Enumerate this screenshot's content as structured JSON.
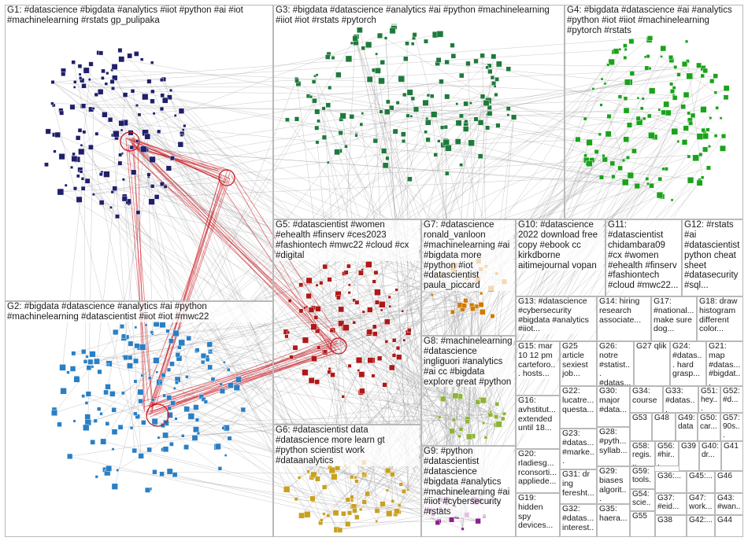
{
  "groups": {
    "G1": "G1: #datascience #bigdata #analytics #iiot #python #ai #iot #machinelearning #rstats gp_pulipaka",
    "G2": "G2: #bigdata #datascience #analytics #ai #python #machinelearning #datascientist #iiot #iot #mwc22",
    "G3": "G3: #bigdata #datascience #analytics #ai #python #machinelearning #iiot #iot #rstats #pytorch",
    "G4": "G4: #bigdata #datascience #ai #analytics #python #iot #iiot #machinelearning #pytorch #rstats",
    "G5": "G5: #datascientist #women #ehealth #finserv #ces2023 #fashiontech #mwc22 #cloud #cx #digital",
    "G6": "G6: #datascientist data #datascience more learn gt #python scientist work #dataanalytics",
    "G7": "G7: #datascience ronald_vanloon #machinelearning #ai #bigdata more #python #iot #datascientist paula_piccard",
    "G8": "G8: #machinelearning #datascience ingliguori #analytics #ai cc #bigdata explore great #python",
    "G9": "G9: #python #datascientist #datascience #bigdata #analytics #machinelearning #ai #iiot #cybersecurity #rstats",
    "G10": "G10: #datascience 2022 download free copy #ebook cc kirkdborne aitimejournal vopan",
    "G11": "G11: #datascientist chidambara09 #cx #women #ehealth #finserv #fashiontech #cloud #mwc22...",
    "G12": "G12: #rstats #ai #datascientist python cheat sheet #datasecurity #sql...",
    "G13": "G13: #datascience #cybersecurity #bigdata #analytics #iiot...",
    "G14": "G14: hiring research associate...",
    "G15": "G15: mar 10 12 pm carteforo... hosts...",
    "G16": "G16: avhstitut... extended until 18...",
    "G17": "G17: #national... make sure dog...",
    "G18": "G18: draw histogram different color...",
    "G19": "G19: hidden spy devices...",
    "G20": "G20: rladiesg... rconsorti... appliede...",
    "G21": "G21: map #datas... #bigdat...",
    "G22": "G22: lucatre... questa...",
    "G23": "G23: #datas... #marke...",
    "G24": "G24: #datas... hard grasp...",
    "G25": "G25 article sexiest job...",
    "G26": "G26: notre #statist... #datas...",
    "G27": "G27 qlik",
    "G28": "G28: #pyth... syllab...",
    "G29": "G29: biases algorit...",
    "G30": "G30: major #data...",
    "G31": "G31: dr ing feresht...",
    "G32": "G32: #datas... interest...",
    "G33": "G33: #datas...",
    "G34": "G34: course",
    "G35": "G35: haera...",
    "G36": "G36:...",
    "G37": "G37: #eid...",
    "G38": "G38",
    "G39": "G39",
    "G40": "G40: dr...",
    "G41": "G41",
    "G42": "G42:...",
    "G43": "G43: #wan...",
    "G44": "G44",
    "G45": "G45:...",
    "G46": "G46",
    "G47": "G47: work...",
    "G48": "G48",
    "G49": "G49: data",
    "G50": "G50: car...",
    "G51": "G51: hey...",
    "G52": "G52: #d...",
    "G53": "G53",
    "G54": "G54: scie...",
    "G55": "G55",
    "G56": "G56: #hir...",
    "G57": "G57: 90s...",
    "G58": "G58: regis...",
    "G59": "G59: tools..."
  },
  "colors": {
    "G1": "#1f1f6b",
    "G2": "#2a7fc4",
    "G3": "#1e7a3c",
    "G4": "#1aa31a",
    "G5": "#b01818",
    "G6": "#c9a020",
    "G7": "#d07a00",
    "G8": "#8fb33a",
    "G9": "#8c1f8c",
    "edge": "#9a9a9a",
    "selfloop": "#c8161f"
  }
}
